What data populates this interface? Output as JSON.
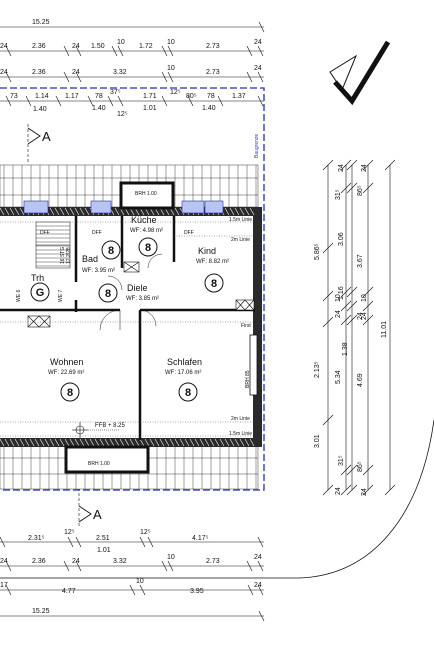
{
  "top_dims": {
    "overall": "15.25",
    "row1": [
      "24",
      "2.36",
      "24",
      "1.50",
      "10",
      "1.72",
      "10",
      "2.73",
      "24"
    ],
    "row2": [
      "24",
      "2.36",
      "24",
      "3.32",
      "10",
      "2.73",
      "24"
    ],
    "row3": [
      "73",
      "1.14",
      "1.17",
      "78",
      "37⁵",
      "1.71",
      "12⁵",
      "80⁵",
      "78",
      "1.37"
    ],
    "row3b": [
      "1.40",
      "1.40",
      "12⁵",
      "1.01",
      "1.40"
    ]
  },
  "bottom_dims": {
    "row1": [
      "2.31⁵",
      "12⁵",
      "2.51",
      "12⁵",
      "4.17⁵"
    ],
    "row1b": "1.01",
    "row2": [
      "24",
      "2.36",
      "24",
      "3.32",
      "10",
      "2.73",
      "24"
    ],
    "row3": [
      "17",
      "4.77",
      "10",
      "3.95",
      "24"
    ],
    "overall": "15.25"
  },
  "section_marker": "A",
  "rooms": [
    {
      "key": "kueche",
      "name": "Küche",
      "area": "WF: 4.98 m²",
      "zone": "8"
    },
    {
      "key": "kind",
      "name": "Kind",
      "area": "WF: 8.82 m²",
      "zone": "8"
    },
    {
      "key": "bad",
      "name": "Bad",
      "area": "WF: 3.95 m²",
      "zone": "8"
    },
    {
      "key": "diele",
      "name": "Diele",
      "area": "WF: 3.85 m²",
      "zone": "8"
    },
    {
      "key": "wohnen",
      "name": "Wohnen",
      "area": "WF: 22.69 m²",
      "zone": "8"
    },
    {
      "key": "schlafen",
      "name": "Schlafen",
      "area": "WF: 17.06 m²",
      "zone": "8"
    }
  ],
  "stair": {
    "label": "Trh",
    "zone": "G",
    "steps": "16 STG",
    "ratio": "17.2/28",
    "we_left": "WE 6",
    "we_right": "WE 7"
  },
  "labels": {
    "brh_top": "BRH 1.00",
    "brh_bottom": "BRH 1.00",
    "brh_side": "BRH 85",
    "ffb": "FFB + 8.25",
    "dff": "DFF",
    "baugrenze": "Baugrenze",
    "first": "First",
    "linie_15": "1.5m Linie",
    "linie_2": "2m Linie"
  },
  "right_dims": {
    "col1": [
      "5.86⁵",
      "2.13⁵",
      "3.01"
    ],
    "col2": [
      "31⁵",
      "10",
      "24",
      "5.34",
      "24"
    ],
    "col3": [
      "24",
      "3.06",
      "1.16",
      "1.38",
      "31⁵"
    ],
    "col4": [
      "86⁵",
      "3.67",
      "24",
      "4.69",
      "86⁵"
    ],
    "col5": [
      "24",
      "10",
      "24",
      "24"
    ],
    "total": "11.01"
  }
}
